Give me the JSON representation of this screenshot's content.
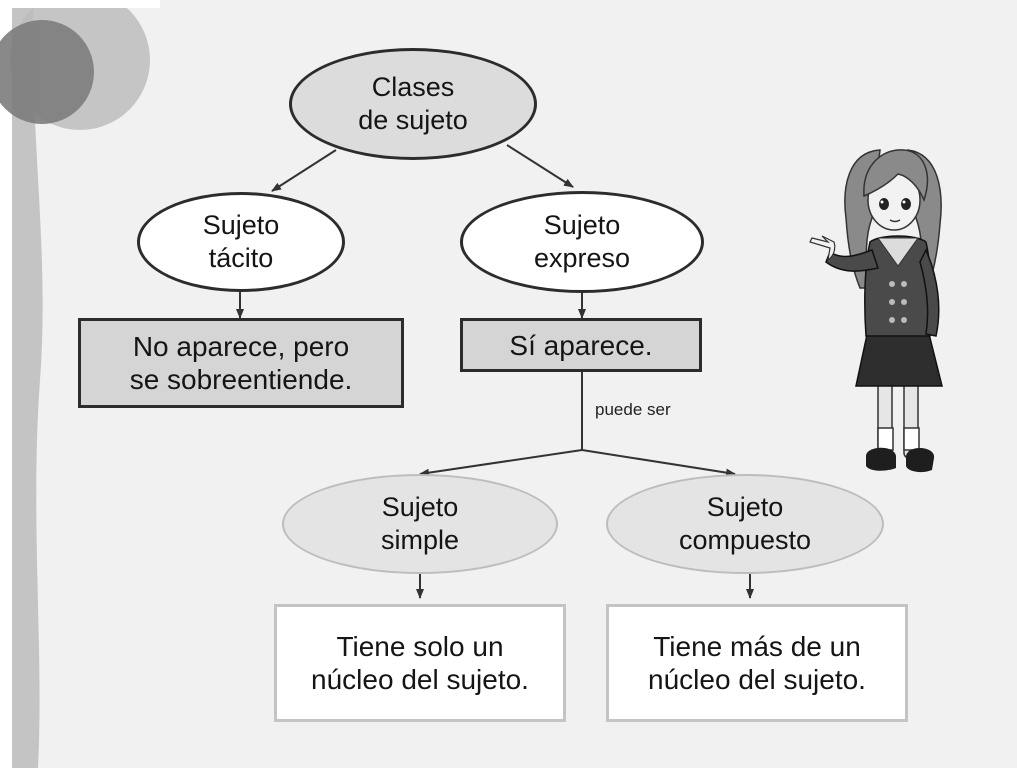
{
  "diagram": {
    "root": {
      "line1": "Clases",
      "line2": "de sujeto"
    },
    "tacito": {
      "title1": "Sujeto",
      "title2": "tácito",
      "desc1": "No aparece, pero",
      "desc2": "se sobreentiende."
    },
    "expreso": {
      "title1": "Sujeto",
      "title2": "expreso",
      "desc": "Sí aparece.",
      "edge_label": "puede ser"
    },
    "simple": {
      "title1": "Sujeto",
      "title2": "simple",
      "desc1": "Tiene solo un",
      "desc2": "núcleo del sujeto."
    },
    "compuesto": {
      "title1": "Sujeto",
      "title2": "compuesto",
      "desc1": "Tiene más de un",
      "desc2": "núcleo del sujeto."
    }
  },
  "colors": {
    "background": "#f1f1f1",
    "stroke": "#2c2c2c",
    "gray_fill": "#d5d5d5",
    "light_ellipse": "#e4e4e4"
  }
}
